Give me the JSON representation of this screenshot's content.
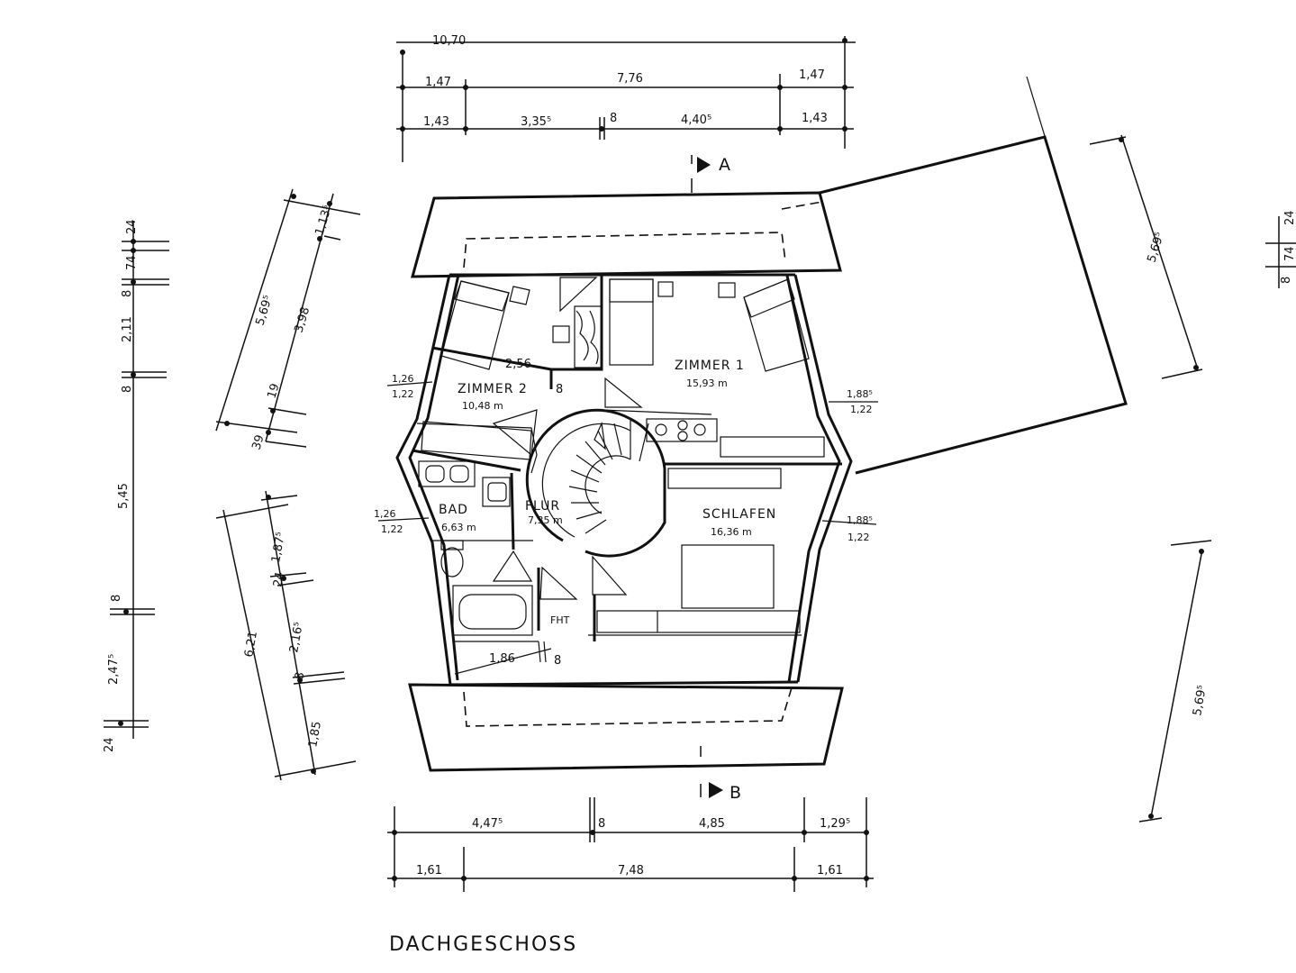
{
  "title": "DACHGESCHOSS",
  "section_markers": {
    "a": "A",
    "b": "B"
  },
  "rooms": {
    "zimmer1": {
      "name": "ZIMMER 1",
      "area": "15,93 m"
    },
    "zimmer2": {
      "name": "ZIMMER 2",
      "area": "10,48 m"
    },
    "bad": {
      "name": "BAD",
      "area": "6,63 m"
    },
    "flur": {
      "name": "FLUR",
      "area": "7,35 m"
    },
    "schlafen": {
      "name": "SCHLAFEN",
      "area": "16,36 m"
    },
    "fht": "FHT"
  },
  "dims_top": {
    "overall": "10,70",
    "row2": [
      "1,47",
      "7,76",
      "1,47"
    ],
    "row3": [
      "1,43",
      "3,35⁵",
      "8",
      "4,40⁵",
      "1,43"
    ]
  },
  "dims_bottom": {
    "row1": [
      "4,47⁵",
      "8",
      "4,85",
      "1,29⁵"
    ],
    "row2": [
      "1,61",
      "7,48",
      "1,61"
    ]
  },
  "dims_left": [
    "24",
    "74",
    "8",
    "2,11",
    "8",
    "5,45",
    "8",
    "2,47⁵",
    "24"
  ],
  "dims_left_upper_diag": [
    "5,69⁵",
    "1,13⁵",
    "3,98",
    "19",
    "39"
  ],
  "dims_left_lower_diag": [
    "6,21",
    "1,87⁵",
    "24",
    "2,16⁵",
    "8",
    "1,85"
  ],
  "dims_inner": {
    "zimmer2_width": "2,56",
    "wall_8a": "8",
    "window_left_upper": [
      "1,26",
      "1,22"
    ],
    "window_left_lower": [
      "1,26",
      "1,22"
    ],
    "window_right_upper": [
      "1,88⁵",
      "1,22"
    ],
    "window_right_lower": [
      "1,88⁵",
      "1,22"
    ],
    "bath_width": "1,86",
    "wall_8b": "8"
  },
  "dims_right": {
    "upper": "5,69⁵",
    "lower": "5,69⁵"
  },
  "dims_far_right": [
    "24",
    "74",
    "8"
  ]
}
